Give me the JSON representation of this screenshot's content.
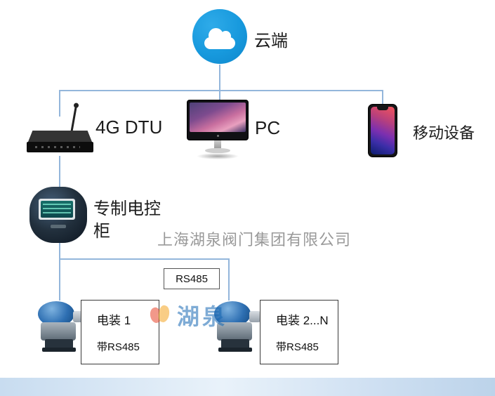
{
  "diagram": {
    "cloud": {
      "label": "云端"
    },
    "dtu": {
      "label": "4G DTU"
    },
    "pc": {
      "label": "PC"
    },
    "mobile": {
      "label": "移动设备"
    },
    "cabinet": {
      "label": "专制电控柜"
    },
    "bus": {
      "label": "RS485"
    },
    "actuator1": {
      "name": "电装 1",
      "feature": "带RS485"
    },
    "actuator2": {
      "name": "电装 2...N",
      "feature": "带RS485"
    }
  },
  "watermark": {
    "company": "上海湖泉阀门集团有限公司",
    "logo": "湖泉"
  },
  "colors": {
    "cloud_blue": "#1799dd",
    "connector_blue": "#93b6db",
    "logo_blue": "#1668b3",
    "footer_blue": "#c8dcf0"
  }
}
